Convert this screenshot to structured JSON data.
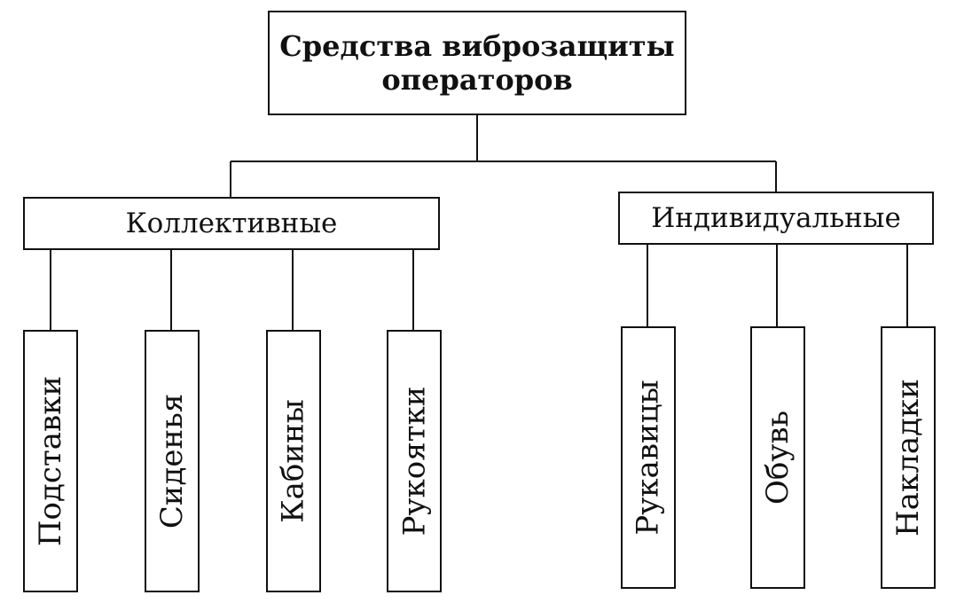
{
  "root": {
    "line1": "Средства виброзащиты",
    "line2": "операторов"
  },
  "groups": [
    {
      "label": "Коллективные",
      "items": [
        "Подставки",
        "Сиденья",
        "Кабины",
        "Рукоятки"
      ]
    },
    {
      "label": "Индивидуальные",
      "items": [
        "Рукавицы",
        "Обувь",
        "Накладки"
      ]
    }
  ]
}
